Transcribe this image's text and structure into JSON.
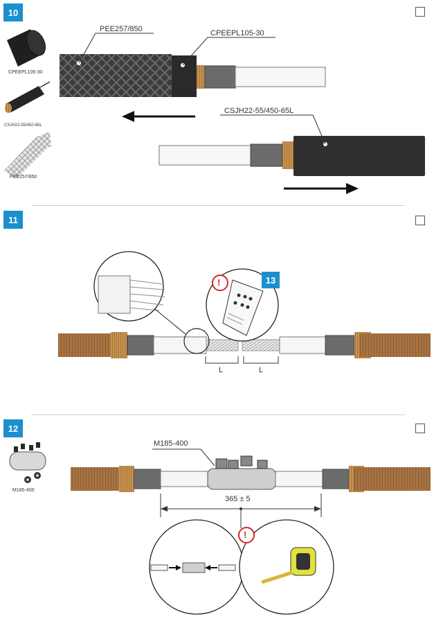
{
  "steps": [
    {
      "number": "10"
    },
    {
      "number": "11"
    },
    {
      "number": "12"
    },
    {
      "number": "13"
    }
  ],
  "step10": {
    "thumb_labels": [
      "CPEEPL105-30",
      "CSJH22-55/450-65L",
      "PEE257/850"
    ],
    "callouts": [
      "PEE257/850",
      "CPEEPL105-30",
      "CSJH22-55/450-65L"
    ]
  },
  "step11": {
    "dim_left": "L",
    "dim_right": "L",
    "warning": "!"
  },
  "step12": {
    "thumb_label": "M185-400",
    "callout": "M185-400",
    "dimension": "365 ± 5",
    "warning": "!"
  },
  "colors": {
    "badge": "#1c8fce",
    "warning": "#d2262b",
    "cable_dark": "#3a3a3a",
    "copper": "#b07a45"
  }
}
